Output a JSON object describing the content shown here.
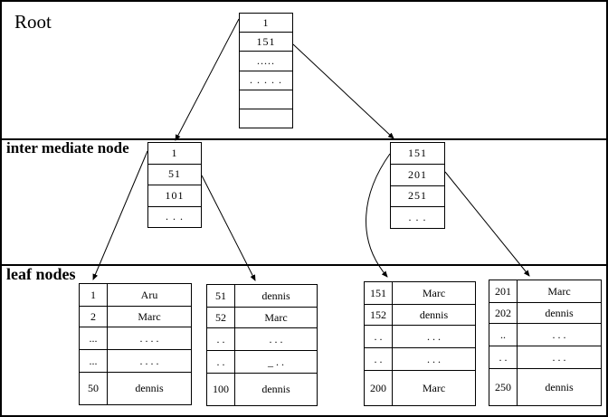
{
  "colors": {
    "line": "#000000",
    "background": "#ffffff"
  },
  "section_labels": {
    "root": "Root",
    "intermediate": "inter mediate node",
    "leaf": "leaf nodes"
  },
  "root_node": {
    "cells": [
      "1",
      "151",
      ".....",
      ". . . . .",
      "",
      ""
    ]
  },
  "intermediate_nodes": {
    "left": {
      "cells": [
        "1",
        "51",
        "101",
        ". . ."
      ]
    },
    "right": {
      "cells": [
        "151",
        "201",
        "251",
        ". . ."
      ]
    }
  },
  "leaf_tables": [
    {
      "rows": [
        {
          "key": "1",
          "val": "Aru"
        },
        {
          "key": "2",
          "val": "Marc"
        },
        {
          "key": "...",
          "val": ". . . ."
        },
        {
          "key": "...",
          "val": ". . . ."
        },
        {
          "key": "50",
          "val": "dennis"
        }
      ]
    },
    {
      "rows": [
        {
          "key": "51",
          "val": "dennis"
        },
        {
          "key": "52",
          "val": "Marc"
        },
        {
          "key": ". .",
          "val": ". . ."
        },
        {
          "key": ". .",
          "val": "_ . ."
        },
        {
          "key": "100",
          "val": "dennis"
        }
      ]
    },
    {
      "rows": [
        {
          "key": "151",
          "val": "Marc"
        },
        {
          "key": "152",
          "val": "dennis"
        },
        {
          "key": ". .",
          "val": ". . ."
        },
        {
          "key": ". .",
          "val": ". . ."
        },
        {
          "key": "200",
          "val": "Marc"
        }
      ]
    },
    {
      "rows": [
        {
          "key": "201",
          "val": "Marc"
        },
        {
          "key": "202",
          "val": "dennis"
        },
        {
          "key": "..",
          "val": ". . ."
        },
        {
          "key": ". .",
          "val": ". . ."
        },
        {
          "key": "250",
          "val": "dennis"
        }
      ]
    }
  ]
}
